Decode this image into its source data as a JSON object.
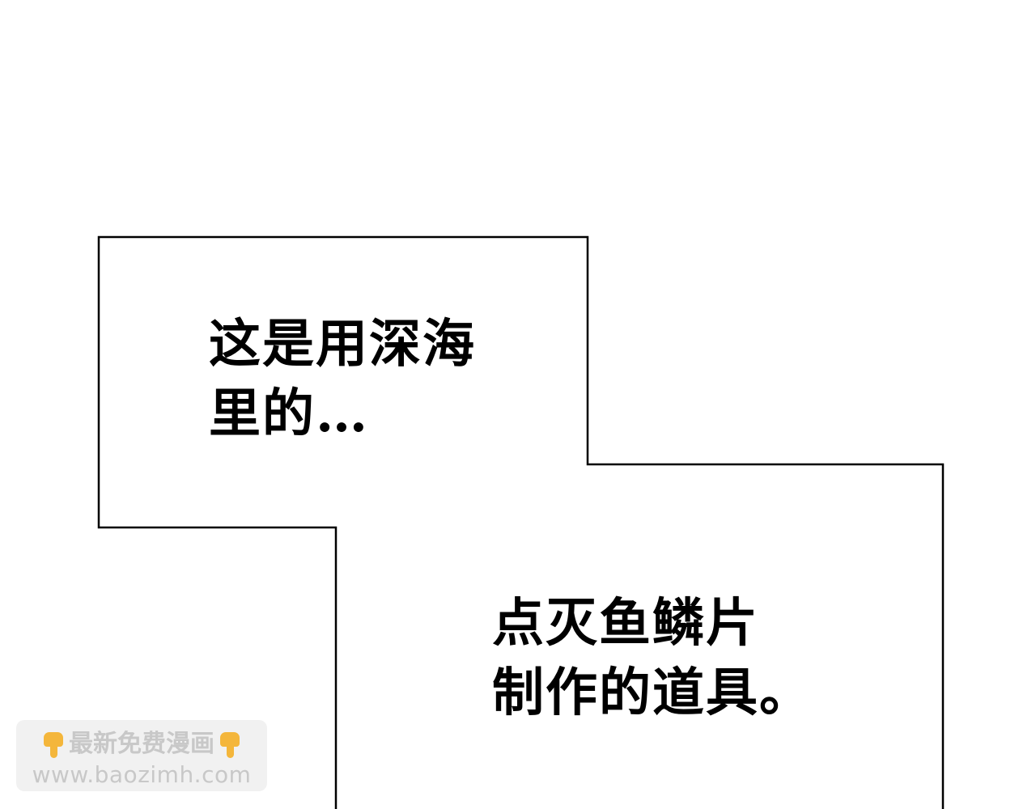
{
  "panel": {
    "caption_top_lines": [
      "这是用深海",
      "里的…"
    ],
    "caption_bottom_lines": [
      "点灭鱼鳞片",
      "制作的道具。"
    ]
  },
  "watermark": {
    "line1": "最新免费漫画",
    "line2": "www.baozimh.com",
    "icon": "pointing-down-hand-icon",
    "icon_color": "#f4b63b"
  },
  "colors": {
    "background": "#ffffff",
    "border": "#000000",
    "text": "#000000",
    "watermark_text": "#c8c8c8"
  }
}
